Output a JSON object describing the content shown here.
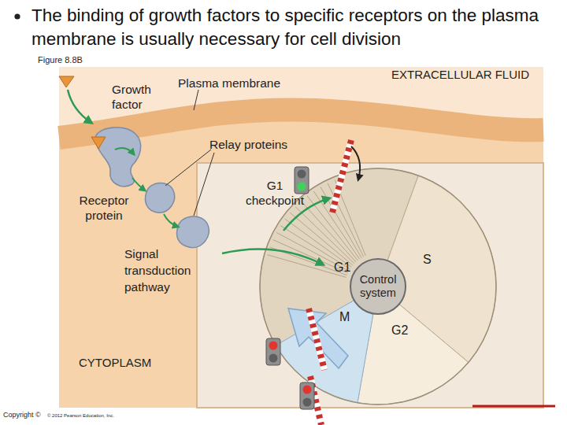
{
  "diagram": {
    "title": "The binding of growth factors to specific receptors on the plasma membrane is usually necessary for cell division",
    "nodes": [
      {
        "text": [
          "Control system"
        ]
      }
    ],
    "labels": [
      "Figure 8.8B",
      "Growth factor",
      "Plasma membrane",
      "EXTRACELLULAR FLUID",
      "Relay proteins",
      "Receptor protein",
      "G1 checkpoint",
      "Signal transduction pathway",
      "G1",
      "S",
      "M",
      "G2",
      "CYTOPLASM",
      "Copyright ©",
      "© 2012 Pearson Education, Inc."
    ]
  }
}
